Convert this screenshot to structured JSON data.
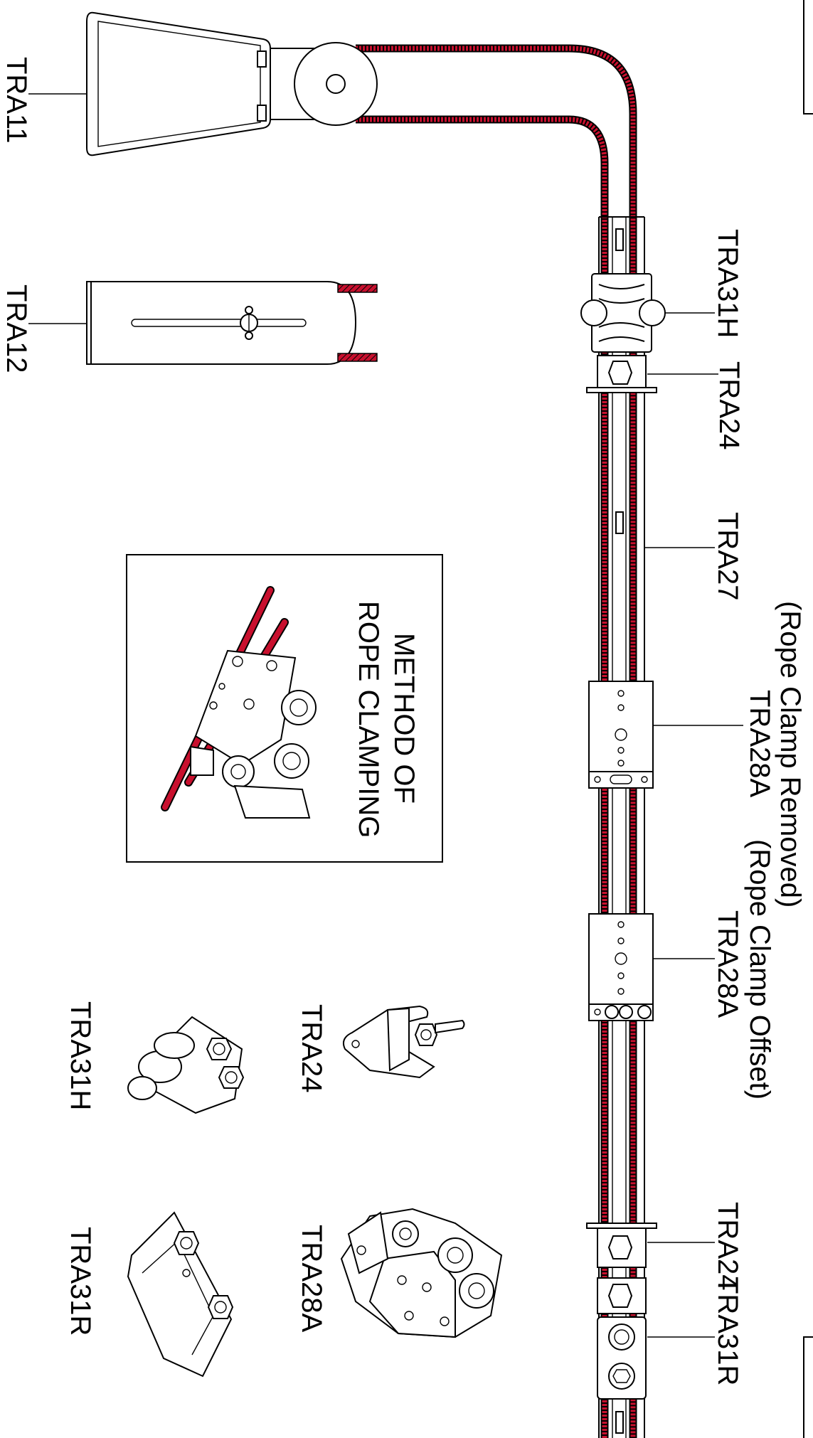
{
  "labels": {
    "tra11": "TRA11",
    "tra12": "TRA12",
    "tra31h_top": "TRA31H",
    "tra24_top": "TRA24",
    "tra27": "TRA27",
    "rope_clamp_removed": "(Rope Clamp Removed)",
    "tra28a_1": "TRA28A",
    "rope_clamp_offset": "(Rope Clamp Offset)",
    "tra28a_2": "TRA28A",
    "tra24_bottom": "TRA24",
    "tra31r_bottom": "TRA31R",
    "inset_line1": "METHOD OF",
    "inset_line2": "ROPE CLAMPING",
    "detail_tra24": "TRA24",
    "detail_tra31h": "TRA31H",
    "detail_tra28a": "TRA28A",
    "detail_tra31r": "TRA31R"
  },
  "colors": {
    "rope": "#c8102e",
    "line": "#000000",
    "background": "#ffffff"
  }
}
